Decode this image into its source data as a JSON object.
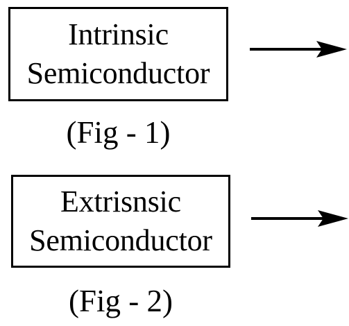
{
  "figures": [
    {
      "box_lines": [
        "Intrinsic",
        "Semiconductor"
      ],
      "caption": "(Fig - 1)"
    },
    {
      "box_lines": [
        "Extrisnsic",
        "Semiconductor"
      ],
      "caption": "(Fig - 2)"
    }
  ],
  "colors": {
    "stroke": "#000000",
    "background": "#ffffff"
  }
}
